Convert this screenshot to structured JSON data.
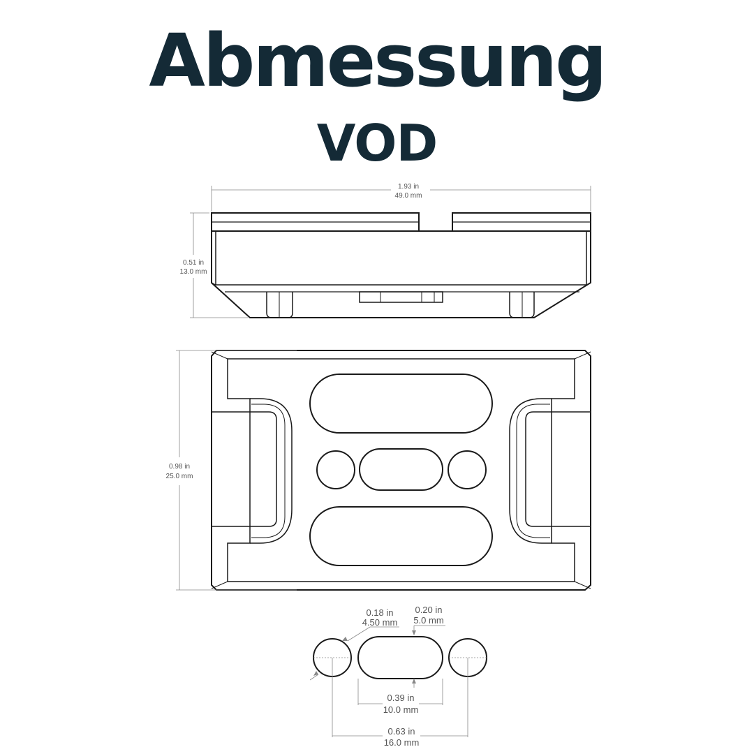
{
  "title": "Abmessung",
  "subtitle": "VOD",
  "colors": {
    "title": "#142a36",
    "line": "#1a1a1a",
    "dimension": "#888888",
    "dimension_text": "#555555"
  },
  "dimensions": {
    "width": {
      "in": "1.93 in",
      "mm": "49.0 mm"
    },
    "height": {
      "in": "0.51 in",
      "mm": "13.0 mm"
    },
    "depth": {
      "in": "0.98 in",
      "mm": "25.0 mm"
    },
    "hole_diameter": {
      "in": "0.18 in",
      "mm": "4.50 mm"
    },
    "slot_width": {
      "in": "0.20 in",
      "mm": "5.0 mm"
    },
    "slot_length": {
      "in": "0.39 in",
      "mm": "10.0 mm"
    },
    "hole_spacing": {
      "in": "0.63 in",
      "mm": "16.0 mm"
    }
  }
}
